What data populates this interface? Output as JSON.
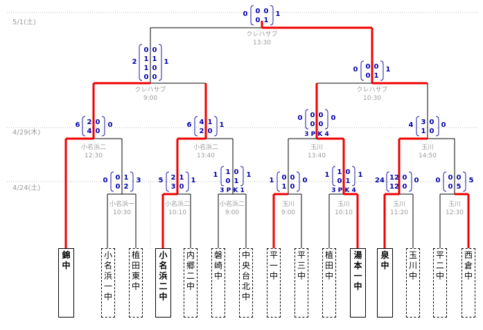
{
  "dates": [
    "5/1(土)",
    "4/29(木)",
    "4/24(土)"
  ],
  "teams": [
    {
      "chars": [
        "錦",
        "中"
      ],
      "winner": true
    },
    {
      "chars": [
        "小",
        "名",
        "浜",
        "一",
        "中"
      ],
      "winner": false
    },
    {
      "chars": [
        "植",
        "田",
        "東",
        "中"
      ],
      "winner": false
    },
    {
      "chars": [
        "小",
        "名",
        "浜",
        "二",
        "中"
      ],
      "winner": true
    },
    {
      "chars": [
        "内",
        "郷",
        "二",
        "中"
      ],
      "winner": false
    },
    {
      "chars": [
        "磐",
        "崎",
        "中"
      ],
      "winner": false
    },
    {
      "chars": [
        "中",
        "央",
        "台",
        "北",
        "中"
      ],
      "winner": false
    },
    {
      "chars": [
        "平",
        "一",
        "中"
      ],
      "winner": false
    },
    {
      "chars": [
        "平",
        "三",
        "中"
      ],
      "winner": false
    },
    {
      "chars": [
        "植",
        "田",
        "中"
      ],
      "winner": false
    },
    {
      "chars": [
        "湯",
        "本",
        "一",
        "中"
      ],
      "winner": true
    },
    {
      "chars": [
        "泉",
        "中"
      ],
      "winner": true
    },
    {
      "chars": [
        "玉",
        "川",
        "中"
      ],
      "winner": false
    },
    {
      "chars": [
        "平",
        "二",
        "中"
      ],
      "winner": false
    },
    {
      "chars": [
        "西",
        "倉",
        "中"
      ],
      "winner": false
    }
  ],
  "matches": {
    "final": {
      "venue": "クレハサブ",
      "time": "13:30",
      "left": "0",
      "right": "1",
      "halves": [
        [
          "0",
          "0"
        ],
        [
          "0",
          "1"
        ]
      ]
    },
    "sf1": {
      "venue": "クレハサブ",
      "time": "9:00",
      "left": "2",
      "right": "1",
      "halves": [
        [
          "0",
          "0"
        ],
        [
          "1",
          "1"
        ],
        [
          "1",
          "0"
        ],
        [
          "0",
          "0"
        ]
      ]
    },
    "sf2": {
      "venue": "クレハサブ",
      "time": "10:30",
      "left": "0",
      "right": "1",
      "halves": [
        [
          "0",
          "0"
        ],
        [
          "0",
          "1"
        ]
      ]
    },
    "qf1": {
      "venue": "小名浜二",
      "time": "12:30",
      "left": "6",
      "right": "0",
      "halves": [
        [
          "2",
          "0"
        ],
        [
          "4",
          "0"
        ]
      ]
    },
    "qf2": {
      "venue": "小名浜二",
      "time": "13:40",
      "left": "6",
      "right": "1",
      "halves": [
        [
          "4",
          "1"
        ],
        [
          "2",
          "0"
        ]
      ]
    },
    "qf3": {
      "venue": "玉川",
      "time": "13:40",
      "left": "0",
      "right": "0",
      "halves": [
        [
          "0",
          "0"
        ],
        [
          "0",
          "0"
        ]
      ],
      "pk": "3 P K 4"
    },
    "qf4": {
      "venue": "玉川",
      "time": "14:50",
      "left": "4",
      "right": "0",
      "halves": [
        [
          "3",
          "0"
        ],
        [
          "1",
          "0"
        ]
      ]
    },
    "r1a": {
      "venue": "小名浜一",
      "time": "10:30",
      "left": "0",
      "right": "3",
      "halves": [
        [
          "0",
          "1"
        ],
        [
          "0",
          "2"
        ]
      ]
    },
    "r1b": {
      "venue": "小名浜二",
      "time": "10:10",
      "left": "5",
      "right": "1",
      "halves": [
        [
          "2",
          "1"
        ],
        [
          "3",
          "0"
        ]
      ]
    },
    "r1c": {
      "venue": "小名浜二",
      "time": "9:00",
      "left": "1",
      "right": "1",
      "halves": [
        [
          "1",
          "0"
        ],
        [
          "0",
          "1"
        ]
      ],
      "pk": "3 P K 1"
    },
    "r1d": {
      "venue": "玉川",
      "time": "9:00",
      "left": "1",
      "right": "0",
      "halves": [
        [
          "0",
          "0"
        ],
        [
          "1",
          "0"
        ]
      ]
    },
    "r1e": {
      "venue": "玉川",
      "time": "10:10",
      "left": "1",
      "right": "1",
      "halves": [
        [
          "1",
          "0"
        ],
        [
          "0",
          "1"
        ]
      ],
      "pk": "3 P K 4"
    },
    "r1f": {
      "venue": "玉川",
      "time": "11:20",
      "left": "24",
      "right": "0",
      "halves": [
        [
          "12",
          "0"
        ],
        [
          "12",
          "0"
        ]
      ]
    },
    "r1g": {
      "venue": "玉川",
      "time": "12:30",
      "left": "0",
      "right": "5",
      "halves": [
        [
          "0",
          "0"
        ],
        [
          "0",
          "5"
        ]
      ]
    }
  },
  "colors": {
    "winner_line": "#ee0000",
    "score": "#0000aa",
    "label": "#9a9a9a"
  }
}
